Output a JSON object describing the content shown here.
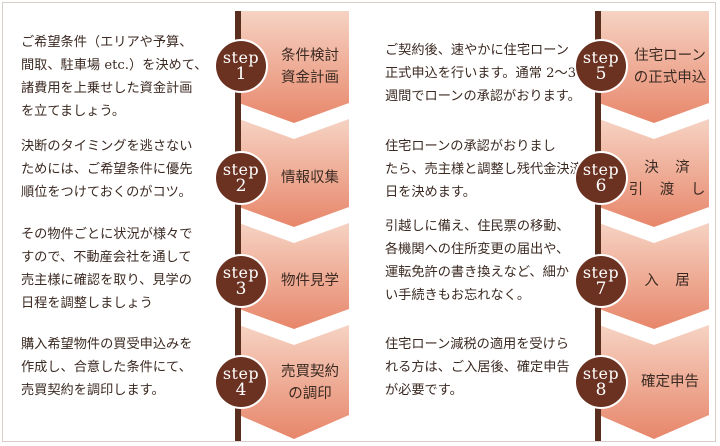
{
  "steps_left": [
    {
      "word": "step",
      "num": "1",
      "label": "条件検討\n資金計画",
      "desc": "ご希望条件（エリアや予算、\n間取、駐車場 etc.）を決めて、\n諸費用を上乗せした資金計画\nを立てましょう。"
    },
    {
      "word": "step",
      "num": "2",
      "label": "情報収集",
      "desc": "決断のタイミングを逃さない\nためには、ご希望条件に優先\n順位をつけておくのがコツ。"
    },
    {
      "word": "step",
      "num": "3",
      "label": "物件見学",
      "desc": "その物件ごとに状況が様々で\nすので、不動産会社を通して\n売主様に確認を取り、見学の\n日程を調整しましょう"
    },
    {
      "word": "step",
      "num": "4",
      "label": "売買契約\nの調印",
      "desc": "購入希望物件の買受申込みを\n作成し、合意した条件にて、\n売買契約を調印します。"
    }
  ],
  "steps_right": [
    {
      "word": "step",
      "num": "5",
      "label": "住宅ローン\nの正式申込",
      "desc": "ご契約後、速やかに住宅ローン\n正式申込を行います。通常 2～3\n週間でローンの承認がおります。"
    },
    {
      "word": "step",
      "num": "6",
      "label": "決 済\n引 渡 し",
      "desc": "住宅ローンの承認がおりまし\nたら、売主様と調整し残代金決済\n日を決めます。"
    },
    {
      "word": "step",
      "num": "7",
      "label": "入 居",
      "desc": "引越しに備え、住民票の移動、\n各機関への住所変更の届出や、\n運転免許の書き換えなど、細か\nい手続きもお忘れなく。"
    },
    {
      "word": "step",
      "num": "8",
      "label": "確定申告",
      "desc": "住宅ローン減税の適用を受けら\nれる方は、ご入居後、確定申告\nが必要です。"
    }
  ],
  "colors": {
    "chevron_top": "#f3c5b0",
    "chevron_bottom": "#e8876a",
    "badge": "#6b3222",
    "line": "#5a2e1e",
    "text": "#3b2a22"
  }
}
